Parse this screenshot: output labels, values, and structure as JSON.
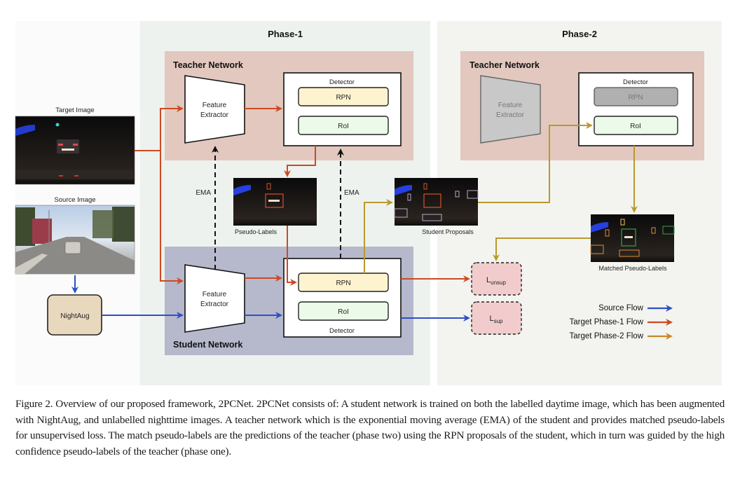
{
  "figure": {
    "phases": [
      {
        "title": "Phase-1"
      },
      {
        "title": "Phase-2"
      }
    ],
    "inputs": {
      "target_image_label": "Target Image",
      "source_image_label": "Source Image",
      "nightaug_label": "NightAug"
    },
    "phase1": {
      "teacher": {
        "title": "Teacher Network",
        "feature_extractor": [
          "Feature",
          "Extractor"
        ],
        "detector_label": "Detector",
        "rpn_label": "RPN",
        "roi_label": "RoI"
      },
      "student": {
        "title": "Student Network",
        "feature_extractor": [
          "Feature",
          "Extractor"
        ],
        "detector_label": "Detector",
        "rpn_label": "RPN",
        "roi_label": "RoI"
      },
      "ema_labels": [
        "EMA",
        "EMA"
      ],
      "pseudo_labels_caption": "Pseudo-Labels",
      "student_proposals_caption": "Student Proposals"
    },
    "phase2": {
      "teacher": {
        "title": "Teacher Network",
        "feature_extractor": [
          "Feature",
          "Extractor"
        ],
        "detector_label": "Detector",
        "rpn_label": "RPN",
        "roi_label": "RoI"
      },
      "matched_caption": "Matched Pseudo-Labels"
    },
    "losses": [
      {
        "base": "L",
        "sub": "unsup"
      },
      {
        "base": "L",
        "sub": "sup"
      }
    ],
    "legend": [
      {
        "label": "Source Flow",
        "color": "#2f4fc4"
      },
      {
        "label": "Target Phase-1 Flow",
        "color": "#cc4a22"
      },
      {
        "label": "Target Phase-2 Flow",
        "color": "#c9892a"
      }
    ],
    "colors": {
      "source_flow": "#2f4fc4",
      "phase1_flow": "#cc4a22",
      "phase2_flow": "#b89a2c",
      "teacher_bg": "#e2c8be",
      "student_bg": "#b6b8cc",
      "rpn_fill": "#fdf3cf",
      "roi_fill": "#ecfbe9",
      "loss_fill": "#f2cccc",
      "nightaug_fill": "#e8d8be"
    }
  },
  "caption": "Figure 2. Overview of our proposed framework, 2PCNet. 2PCNet consists of: A student network is trained on both the labelled daytime image, which has been augmented with NightAug, and unlabelled nighttime images. A teacher network which is the exponential moving average (EMA) of the student and provides matched pseudo-labels for unsupervised loss. The match pseudo-labels are the predictions of the teacher (phase two) using the RPN proposals of the student, which in turn was guided by the high confidence pseudo-labels of the teacher (phase one)."
}
